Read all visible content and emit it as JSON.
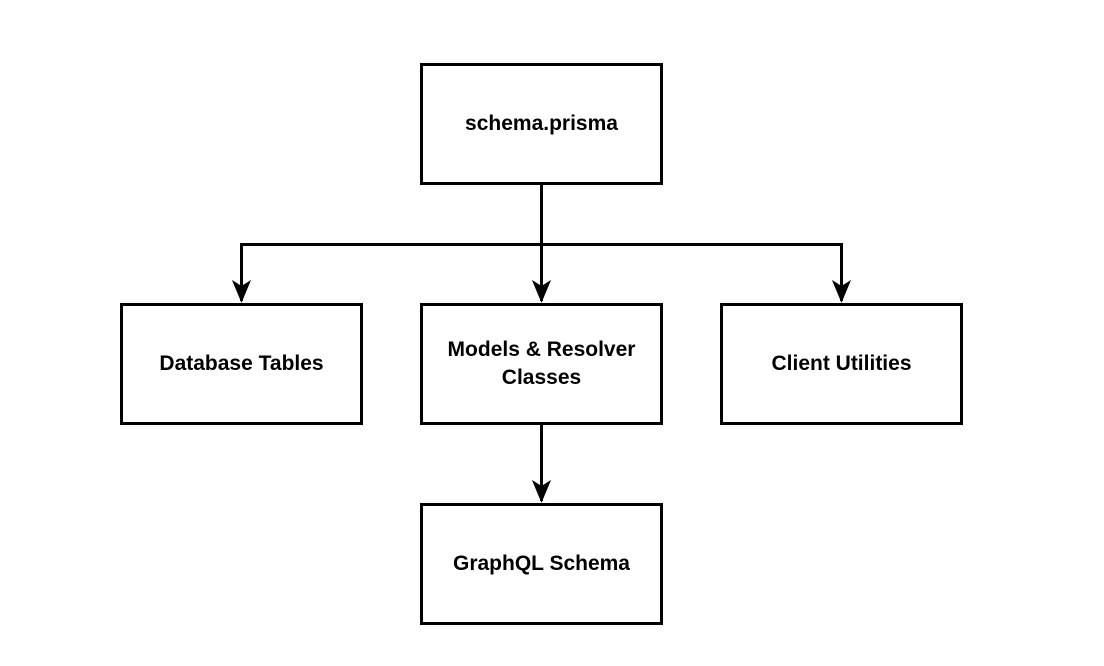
{
  "diagram": {
    "background_color": "#ffffff",
    "line_color": "#000000",
    "text_color": "#000000",
    "nodes": [
      {
        "id": "schema-prisma",
        "label": "schema.prisma"
      },
      {
        "id": "database-tables",
        "label": "Database Tables"
      },
      {
        "id": "models-resolver-classes",
        "label": "Models & Resolver Classes"
      },
      {
        "id": "client-utilities",
        "label": "Client Utilities"
      },
      {
        "id": "graphql-schema",
        "label": "GraphQL Schema"
      }
    ],
    "edges": [
      {
        "from": "schema-prisma",
        "to": "database-tables"
      },
      {
        "from": "schema-prisma",
        "to": "models-resolver-classes"
      },
      {
        "from": "schema-prisma",
        "to": "client-utilities"
      },
      {
        "from": "models-resolver-classes",
        "to": "graphql-schema"
      }
    ]
  }
}
